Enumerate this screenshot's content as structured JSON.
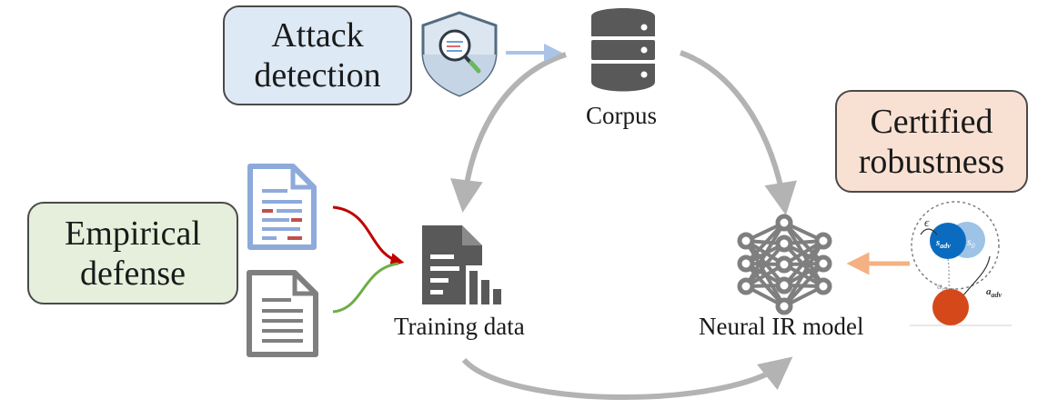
{
  "boxes": {
    "attack_detection": "Attack\ndetection",
    "empirical_defense": "Empirical\ndefense",
    "certified_robustness": "Certified\nrobustness"
  },
  "nodes": {
    "corpus": "Corpus",
    "training_data": "Training data",
    "neural_ir_model": "Neural IR model"
  },
  "certified_figure": {
    "epsilon": "ϵ",
    "s_adv": "s_adv",
    "s0": "s_0",
    "a_nom": "a*nom",
    "a_adv": "a*adv"
  },
  "colors": {
    "detection_bg": "#dde9f5",
    "empirical_bg": "#e5efdc",
    "certified_bg": "#f8e1d3",
    "cycle_arrow": "#b3b3b3",
    "detection_arrow": "#a9c4e6",
    "certified_arrow": "#f4b183",
    "red_arrow": "#c00000",
    "green_arrow": "#70ad47"
  }
}
